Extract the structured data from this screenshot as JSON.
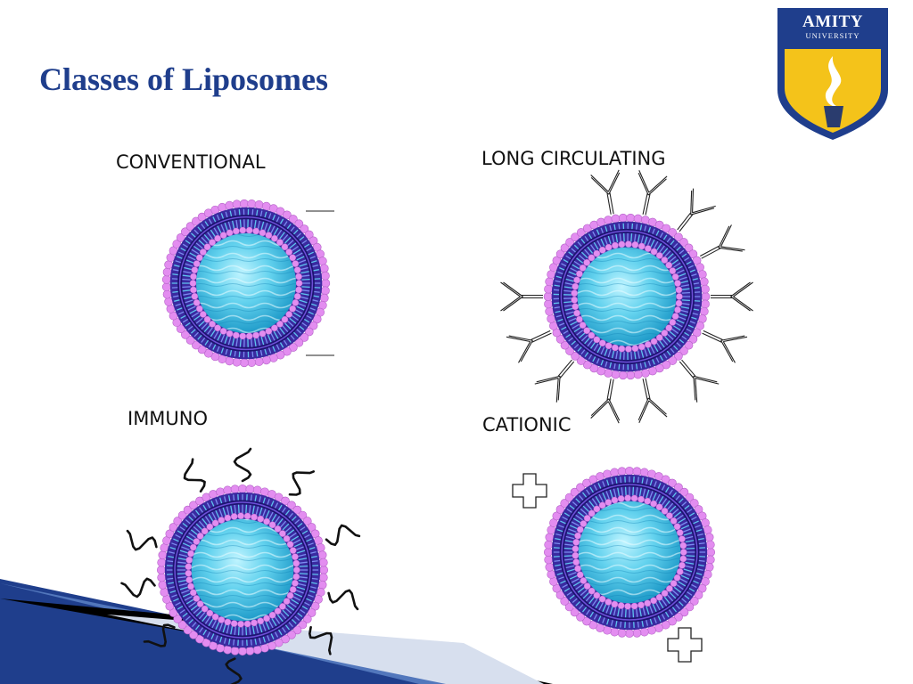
{
  "slide": {
    "title": "Classes of Liposomes"
  },
  "logo": {
    "name": "AMITY",
    "subtitle": "UNIVERSITY"
  },
  "panels": [
    {
      "label": "CONVENTIONAL"
    },
    {
      "label": "LONG CIRCULATING"
    },
    {
      "label": "IMMUNO"
    },
    {
      "label": "CATIONIC"
    }
  ],
  "colors": {
    "title": "#1f3e8c",
    "outer_bead": "#e38df0",
    "bilayer_dark": "#3a2aa0",
    "core_light": "#8fe6f8",
    "core_dark": "#1ba6d0",
    "logo_blue": "#1f3e8c",
    "logo_gold": "#f4c31a",
    "corner_blue": "#1f3e8c"
  }
}
